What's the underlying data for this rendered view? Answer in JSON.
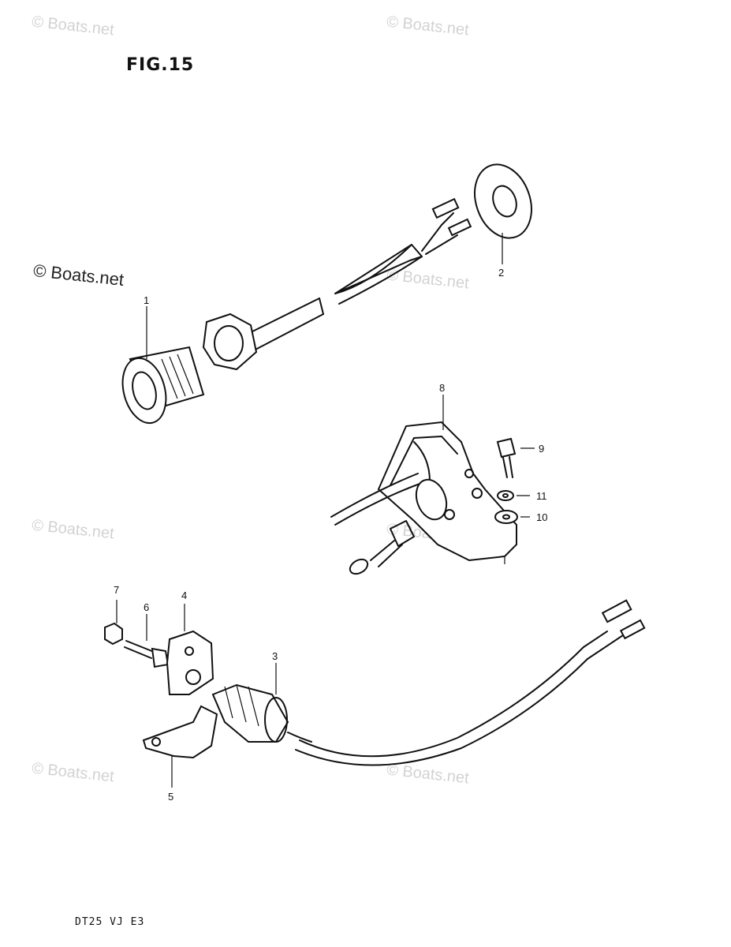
{
  "header": {
    "figure_title": "FIG.15"
  },
  "footer": {
    "model_code": "DT25 VJ E3"
  },
  "watermarks": {
    "text": "© Boats.net"
  },
  "callouts": [
    "1",
    "2",
    "3",
    "4",
    "5",
    "6",
    "7",
    "8",
    "9",
    "10",
    "11"
  ]
}
